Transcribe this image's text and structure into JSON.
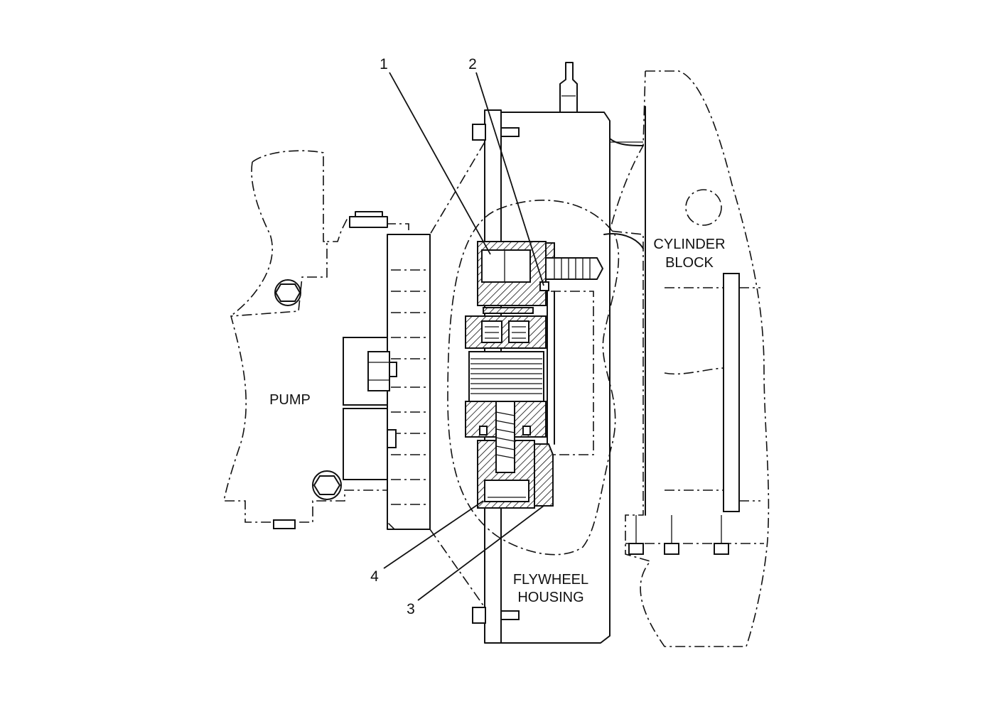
{
  "diagram": {
    "labels": {
      "pump": "PUMP",
      "cylinder_block_line1": "CYLINDER",
      "cylinder_block_line2": "BLOCK",
      "flywheel_housing_line1": "FLYWHEEL",
      "flywheel_housing_line2": "HOUSING"
    },
    "callouts": {
      "c1": "1",
      "c2": "2",
      "c3": "3",
      "c4": "4"
    }
  }
}
